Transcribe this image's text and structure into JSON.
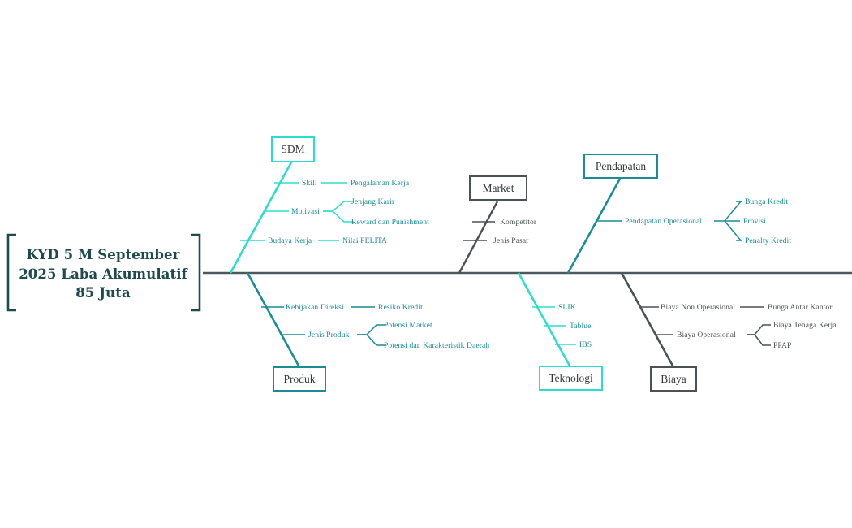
{
  "diagram": {
    "type": "fishbone-ishikawa",
    "title": "KYD 5 M September 2025 Laba Akumulatif 85 Juta",
    "title_lines": [
      "KYD 5 M September",
      "2025 Laba Akumulatif",
      "85 Juta"
    ],
    "spine_color": "#4a5a5c",
    "bracket_color": "#1f4a4e",
    "palette": {
      "cyan": "#2bddcd",
      "teal": "#1a8c95",
      "gray": "#4a5255",
      "title": "#1f4a4e"
    }
  },
  "categories": [
    {
      "id": "sdm",
      "label": "SDM",
      "color": "#2bddcd",
      "position": "top",
      "causes": [
        {
          "label": "Skill",
          "sub": [
            "Pengalaman Kerja"
          ]
        },
        {
          "label": "Motivasi",
          "sub": [
            "Jenjang Karir",
            "Reward dan Punishment"
          ]
        },
        {
          "label": "Budaya Kerja",
          "sub": [
            "Nilai PELITA"
          ]
        }
      ]
    },
    {
      "id": "market",
      "label": "Market",
      "color": "#4a5255",
      "position": "top",
      "causes": [
        {
          "label": "Kompetitor",
          "sub": []
        },
        {
          "label": "Jenis Pasar",
          "sub": []
        }
      ]
    },
    {
      "id": "pendapatan",
      "label": "Pendapatan",
      "color": "#1a8c95",
      "position": "top",
      "causes": [
        {
          "label": "Pendapatan Operasional",
          "sub": [
            "Bunga  Kredit",
            "Provisi",
            "Penalty Kredit"
          ]
        }
      ]
    },
    {
      "id": "produk",
      "label": "Produk",
      "color": "#1a8c95",
      "position": "bottom",
      "causes": [
        {
          "label": "Kebijakan Direksi",
          "sub": [
            "Resiko Kredit"
          ]
        },
        {
          "label": "Jenis Produk",
          "sub": [
            "Potensi Market",
            "Potensi dan Karakteristik Daerah"
          ]
        }
      ]
    },
    {
      "id": "teknologi",
      "label": "Teknologi",
      "color": "#2bddcd",
      "position": "bottom",
      "causes": [
        {
          "label": "SLIK",
          "sub": []
        },
        {
          "label": "Tablue",
          "sub": []
        },
        {
          "label": "IBS",
          "sub": []
        }
      ]
    },
    {
      "id": "biaya",
      "label": "Biaya",
      "color": "#4a5255",
      "position": "bottom",
      "causes": [
        {
          "label": "Biaya Non Operasional",
          "sub": [
            "Bunga Antar Kantor"
          ]
        },
        {
          "label": "Biaya Operasional",
          "sub": [
            "Biaya Tenaga Kerja",
            "PPAP"
          ]
        }
      ]
    }
  ],
  "labels": {
    "sdm_box": "SDM",
    "market_box": "Market",
    "pendapatan_box": "Pendapatan",
    "produk_box": "Produk",
    "teknologi_box": "Teknologi",
    "biaya_box": "Biaya",
    "skill": "Skill",
    "pengalaman_kerja": "Pengalaman Kerja",
    "motivasi": "Motivasi",
    "jenjang_karir": "Jenjang Karir",
    "reward_dan_punishment": "Reward dan Punishment",
    "budaya_kerja": "Budaya Kerja",
    "nilai_pelita": "Nilai PELITA",
    "kompetitor": "Kompetitor",
    "jenis_pasar": "Jenis Pasar",
    "pendapatan_operasional": "Pendapatan Operasional",
    "bunga_kredit": "Bunga  Kredit",
    "provisi": "Provisi",
    "penalty_kredit": "Penalty Kredit",
    "kebijakan_direksi": "Kebijakan Direksi",
    "resiko_kredit": "Resiko Kredit",
    "jenis_produk": "Jenis Produk",
    "potensi_market": "Potensi Market",
    "potensi_karakteristik": "Potensi dan Karakteristik Daerah",
    "slik": "SLIK",
    "tablue": "Tablue",
    "ibs": "IBS",
    "biaya_non_operasional": "Biaya Non Operasional",
    "bunga_antar_kantor": "Bunga Antar Kantor",
    "biaya_operasional": "Biaya Operasional",
    "biaya_tenaga_kerja": "Biaya Tenaga Kerja",
    "ppap": "PPAP"
  }
}
